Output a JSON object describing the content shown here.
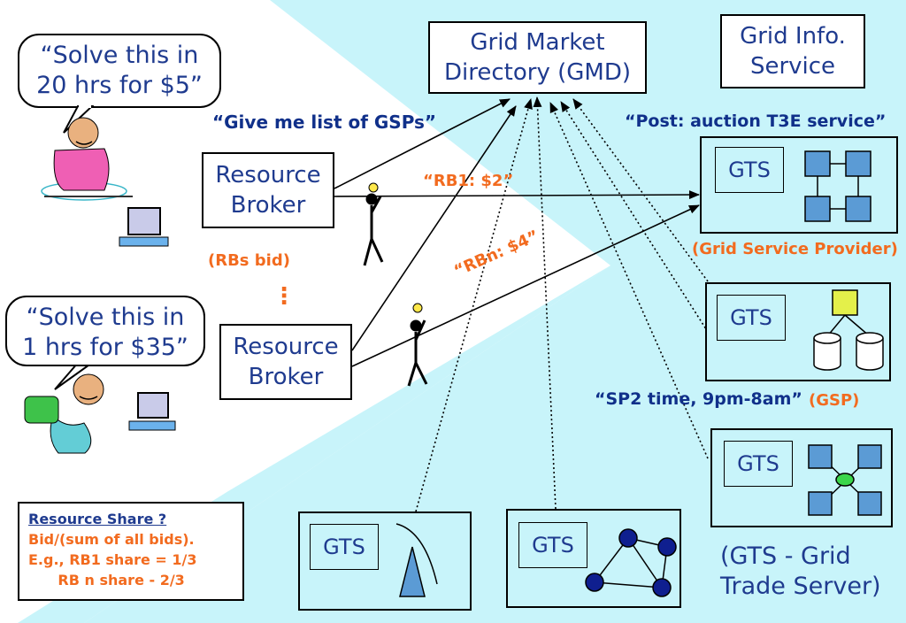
{
  "gmd": {
    "label": "Grid Market\nDirectory (GMD)"
  },
  "gis": {
    "label": "Grid Info.\nService"
  },
  "brokers": [
    {
      "label": "Resource\nBroker"
    },
    {
      "label": "Resource\nBroker"
    }
  ],
  "ellipsis": "⋮",
  "bubbles": [
    {
      "text": "“Solve this in\n20 hrs for $5”"
    },
    {
      "text": "“Solve this in\n1 hrs for $35”"
    }
  ],
  "labels": {
    "give_me": "“Give me list of GSPs”",
    "post_auction": "“Post: auction T3E service”",
    "rb1": "“RB1: $2”",
    "rbn": "“RBn: $4”",
    "rbs_bid": "(RBs bid)",
    "gsp_provider": "(Grid Service Provider)",
    "sp2_time": "“SP2 time, 9pm-8am”",
    "gsp_short": "(GSP)"
  },
  "gts_label": "GTS",
  "legend": "(GTS - Grid\nTrade Server)",
  "share": {
    "title": "Resource Share ?",
    "lines": [
      "Bid/(sum of all bids).",
      "E.g., RB1 share = 1/3",
      "      RB n share - 2/3"
    ]
  },
  "colors": {
    "background_band": "#c8f4fa",
    "text_blue": "#1f3b8f",
    "label_orange": "#f26b1f",
    "node_blue": "#5b9bd5",
    "node_navy": "#0f1f8f",
    "node_yellow": "#e4f04a",
    "node_green": "#3bd64a"
  },
  "icons": [
    "person-icon",
    "computer-icon",
    "server-icon",
    "lightbulb-icon",
    "stick-figure-icon",
    "money-icon"
  ]
}
